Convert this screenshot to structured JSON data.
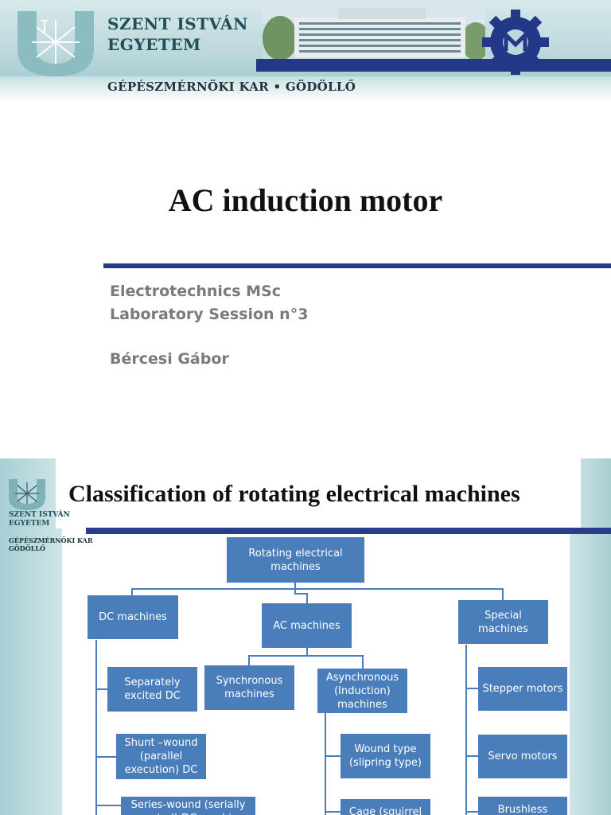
{
  "slide1": {
    "banner": {
      "university_line1": "SZENT ISTVÁN",
      "university_line2": "EGYETEM",
      "faculty": "GÉPÉSZMÉRNÖKI KAR • GÖDÖLLŐ"
    },
    "title": "AC induction motor",
    "subtitle_lines": [
      "Electrotechnics MSc",
      "Laboratory Session n°3"
    ],
    "author": "Bércesi Gábor"
  },
  "slide2": {
    "sidebar": {
      "university_line1": "SZENT ISTVÁN",
      "university_line2": "EGYETEM",
      "faculty_line1": "GÉPÉSZMÉRNÖKI KAR",
      "faculty_line2": "GÖDÖLLŐ"
    },
    "title": "Classification of rotating electrical machines",
    "diagram": {
      "root": "Rotating electrical machines",
      "dc": "DC machines",
      "ac": "AC machines",
      "special": "Special machines",
      "separately_excited": "Separately excited DC",
      "shunt_wound": "Shunt –wound (parallel execution) DC",
      "series_wound": "Series-wound (serially executed) DC machines",
      "synchronous": "Synchronous machines",
      "asynchronous": "Asynchronous (Induction) machines",
      "wound_type": "Wound type (slipring type)",
      "cage": "Cage (squirrel cage)",
      "stepper": "Stepper motors",
      "servo": "Servo motors",
      "brushless": "Brushless DC/AC"
    }
  },
  "colors": {
    "node_fill": "#4a7ebb",
    "navy_rule": "#233a8b",
    "teal_bg": "#b3d5d8",
    "subtitle_gray": "#7a7a7a"
  }
}
